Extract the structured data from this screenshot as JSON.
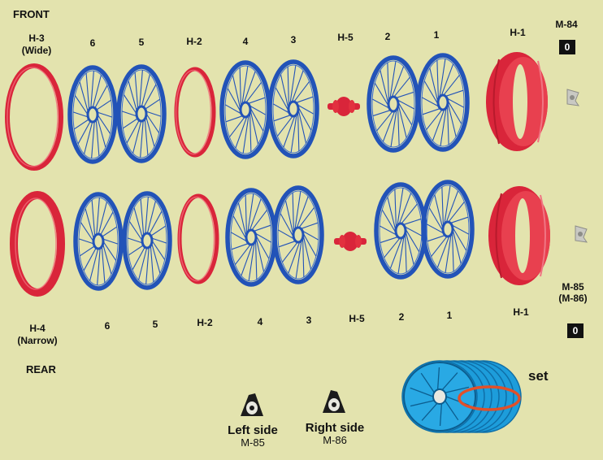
{
  "sections": {
    "front": "FRONT",
    "rear": "REAR"
  },
  "front_row": {
    "h3": "H-3",
    "wide": "(Wide)",
    "w6": "6",
    "w5": "5",
    "h2": "H-2",
    "w4": "4",
    "w3": "3",
    "h5": "H-5",
    "w2": "2",
    "w1": "1",
    "h1": "H-1",
    "part_code": "M-84",
    "qty": "0"
  },
  "rear_row": {
    "h4": "H-4",
    "narrow": "(Narrow)",
    "w6": "6",
    "w5": "5",
    "h2": "H-2",
    "w4": "4",
    "w3": "3",
    "h5": "H-5",
    "w2": "2",
    "w1": "1",
    "h1": "H-1",
    "part_code": "M-85",
    "part_code_alt": "(M-86)",
    "qty": "0"
  },
  "legend": {
    "left_side": "Left side",
    "left_code": "M-85",
    "right_side": "Right side",
    "right_code": "M-86",
    "set": "set"
  },
  "colors": {
    "background": "#e3e3ae",
    "rim": "#d9253a",
    "spoke_wheel": "#2253b8",
    "highlight": "#e0502a"
  }
}
